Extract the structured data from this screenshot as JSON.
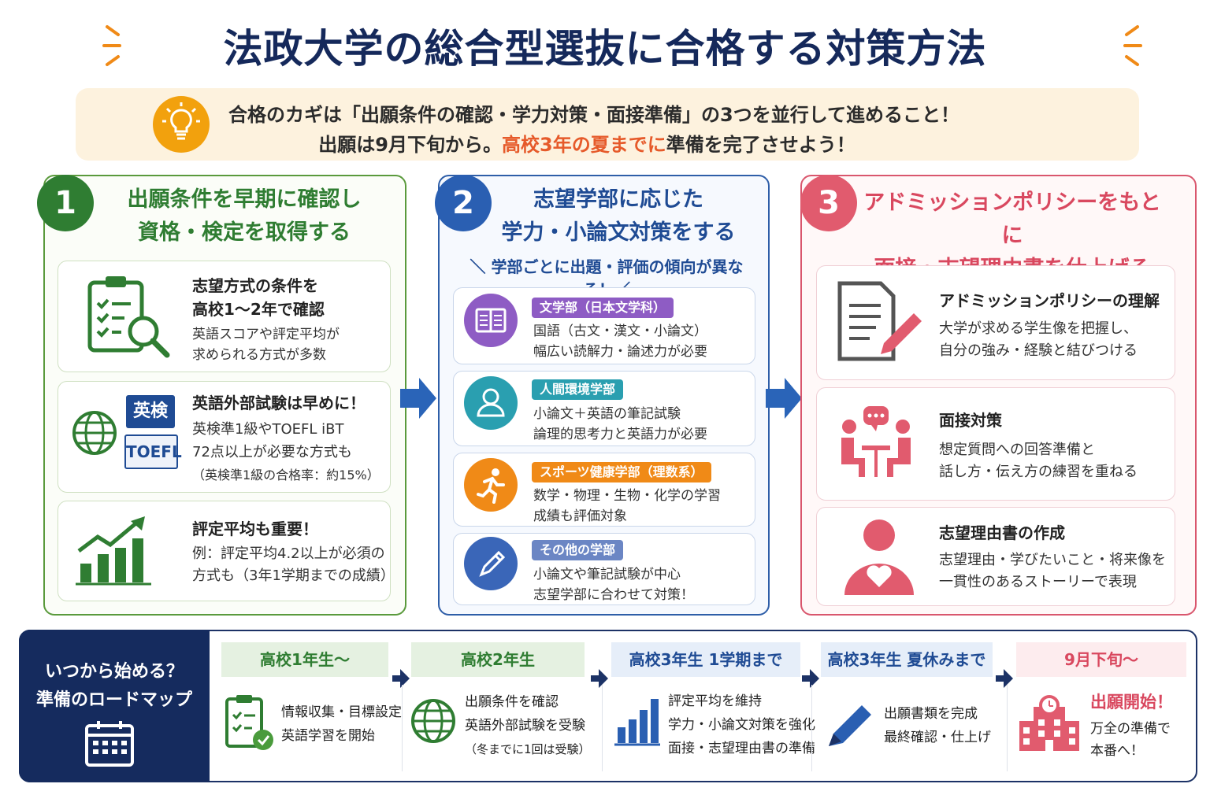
{
  "title": "法政大学の総合型選抜に合格する対策方法",
  "banner": {
    "line1": "合格のカギは「出願条件の確認・学力対策・面接準備」の3つを並行して進めること！",
    "line2_a": "出願は9月下旬から。",
    "line2_hl": "高校3年の夏までに",
    "line2_b": "準備を完了させよう！",
    "accent": "#e65a2a"
  },
  "columns": [
    {
      "num": "1",
      "heading_l1": "出願条件を早期に確認し",
      "heading_l2": "資格・検定を取得する",
      "color": "#2f7d32",
      "cards": [
        {
          "icon": "clipboard-search-icon",
          "title_l1": "志望方式の条件を",
          "title_l2": "高校1〜2年で確認",
          "desc_l1": "英語スコアや評定平均が",
          "desc_l2": "求められる方式が多数"
        },
        {
          "icon": "globe-icon",
          "badge1": "英検",
          "badge2": "TOEFL",
          "title": "英語外部試験は早めに！",
          "desc_l1": "英検準1級やTOEFL iBT",
          "desc_l2": "72点以上が必要な方式も",
          "desc_l3": "（英検準1級の合格率：約15%）"
        },
        {
          "icon": "bar-chart-up-icon",
          "title": "評定平均も重要！",
          "desc_l1": "例：評定平均4.2以上が必須の",
          "desc_l2": "方式も（3年1学期までの成績）"
        }
      ]
    },
    {
      "num": "2",
      "heading_l1": "志望学部に応じた",
      "heading_l2": "学力・小論文対策をする",
      "color": "#1f4b94",
      "note": "＼ 学部ごとに出題・評価の傾向が異なる！／",
      "cards": [
        {
          "icon": "book-icon",
          "tag": "文学部（日本文学科）",
          "tag_color": "#8e5cc4",
          "desc_l1": "国語（古文・漢文・小論文）",
          "desc_l2": "幅広い読解力・論述力が必要"
        },
        {
          "icon": "person-icon",
          "tag": "人間環境学部",
          "tag_color": "#2a9fb0",
          "desc_l1": "小論文＋英語の筆記試験",
          "desc_l2": "論理的思考力と英語力が必要"
        },
        {
          "icon": "runner-icon",
          "tag": "スポーツ健康学部（理数系）",
          "tag_color": "#f08a17",
          "desc_l1": "数学・物理・生物・化学の学習",
          "desc_l2": "成績も評価対象"
        },
        {
          "icon": "pencil-icon",
          "tag": "その他の学部",
          "tag_color": "#6b86c4",
          "desc_l1": "小論文や筆記試験が中心",
          "desc_l2": "志望学部に合わせて対策！"
        }
      ]
    },
    {
      "num": "3",
      "heading_l1": "アドミッションポリシーをもとに",
      "heading_l2": "面接・志望理由書を仕上げる",
      "color": "#d9485f",
      "cards": [
        {
          "icon": "document-pen-icon",
          "title": "アドミッションポリシーの理解",
          "desc_l1": "大学が求める学生像を把握し、",
          "desc_l2": "自分の強み・経験と結びつける"
        },
        {
          "icon": "interview-icon",
          "title": "面接対策",
          "desc_l1": "想定質問への回答準備と",
          "desc_l2": "話し方・伝え方の練習を重ねる"
        },
        {
          "icon": "person-heart-icon",
          "title": "志望理由書の作成",
          "desc_l1": "志望理由・学びたいこと・将来像を",
          "desc_l2": "一貫性のあるストーリーで表現"
        }
      ]
    }
  ],
  "roadmap": {
    "title_l1": "いつから始める？",
    "title_l2": "準備のロードマップ",
    "steps": [
      {
        "label": "高校1年生〜",
        "icon": "clipboard-check-icon",
        "l1": "情報収集・目標設定",
        "l2": "英語学習を開始",
        "l3": ""
      },
      {
        "label": "高校2年生",
        "icon": "globe-icon",
        "l1": "出願条件を確認",
        "l2": "英語外部試験を受験",
        "l3": "（冬までに1回は受験）"
      },
      {
        "label": "高校3年生 1学期まで",
        "icon": "bar-chart-icon",
        "l1": "評定平均を維持",
        "l2": "学力・小論文対策を強化",
        "l3": "面接・志望理由書の準備"
      },
      {
        "label": "高校3年生 夏休みまで",
        "icon": "pencil-icon",
        "l1": "出願書類を完成",
        "l2": "最終確認・仕上げ",
        "l3": ""
      },
      {
        "label": "9月下旬〜",
        "icon": "school-building-icon",
        "l1": "出願開始！",
        "l2": "万全の準備で",
        "l3": "本番へ！"
      }
    ]
  }
}
